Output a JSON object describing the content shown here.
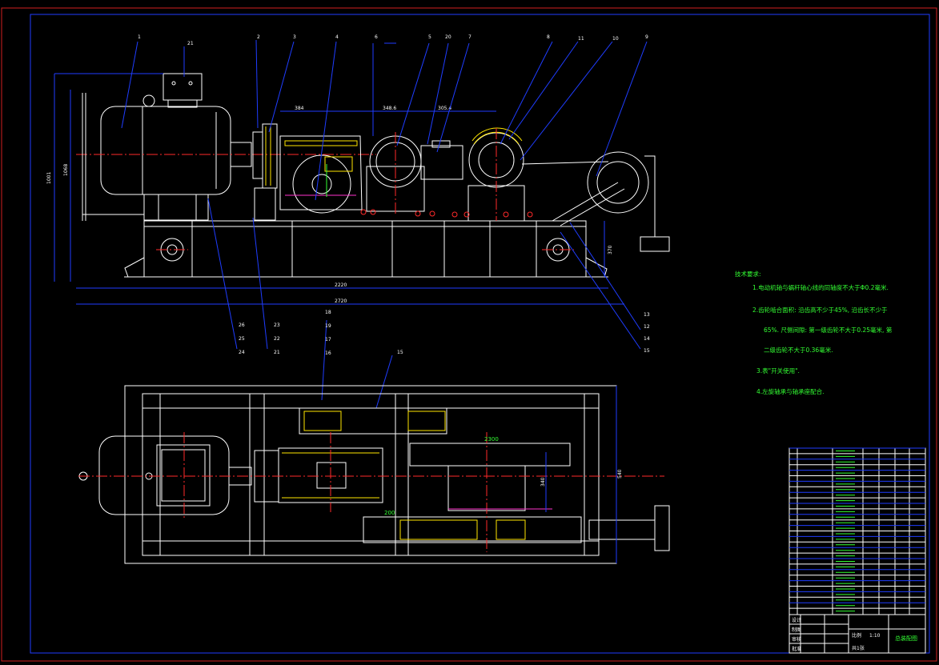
{
  "balloons_top": [
    "1",
    "21",
    "2",
    "3",
    "4",
    "6",
    "5",
    "20",
    "7",
    "8",
    "11",
    "10",
    "9"
  ],
  "balloons_left": [
    "26",
    "25",
    "24",
    "23",
    "22",
    "21"
  ],
  "balloons_mid": [
    "18",
    "19",
    "17",
    "16"
  ],
  "balloons_right": [
    "13",
    "12",
    "14",
    "15"
  ],
  "balloon_plan": "15",
  "dims": {
    "d384": "384",
    "d3486": "348.6",
    "d3054": "305.4",
    "overall_h": "1001",
    "overall_h2": "1068",
    "d2220": "2220",
    "d2720": "2720",
    "d370": "370",
    "d340": "340",
    "d540": "540",
    "d2300": "2300",
    "d200": "200"
  },
  "notes": {
    "title": "技术要求:",
    "items": [
      "1.电动机轴与蜗杆轴心线的同轴度不大于Φ0.2毫米.",
      "2.齿轮啮合面积: 沿齿高不少于45%, 沿齿长不少于",
      "65%. 尺侧间隙: 第一级齿轮不大于0.25毫米, 第",
      "二级齿轮不大于0.36毫米.",
      "3.表\"开关使用\".",
      "4.左旋轴承与轴承座配合."
    ]
  },
  "title_block": {
    "drawing_name": "总装配图",
    "scale_label": "比例",
    "scale_value": "1:10",
    "sheet": "共1张",
    "designer": "设计",
    "checker": "审核",
    "approver": "批准",
    "drawer": "制图"
  },
  "colors": {
    "border": "#d21f1f",
    "frame": "#1f3dff",
    "line": "#ffffff",
    "leader": "#1f3dff",
    "dim": "#33ff33",
    "center": "#ff2a2a",
    "hatch": "#ffe600"
  }
}
